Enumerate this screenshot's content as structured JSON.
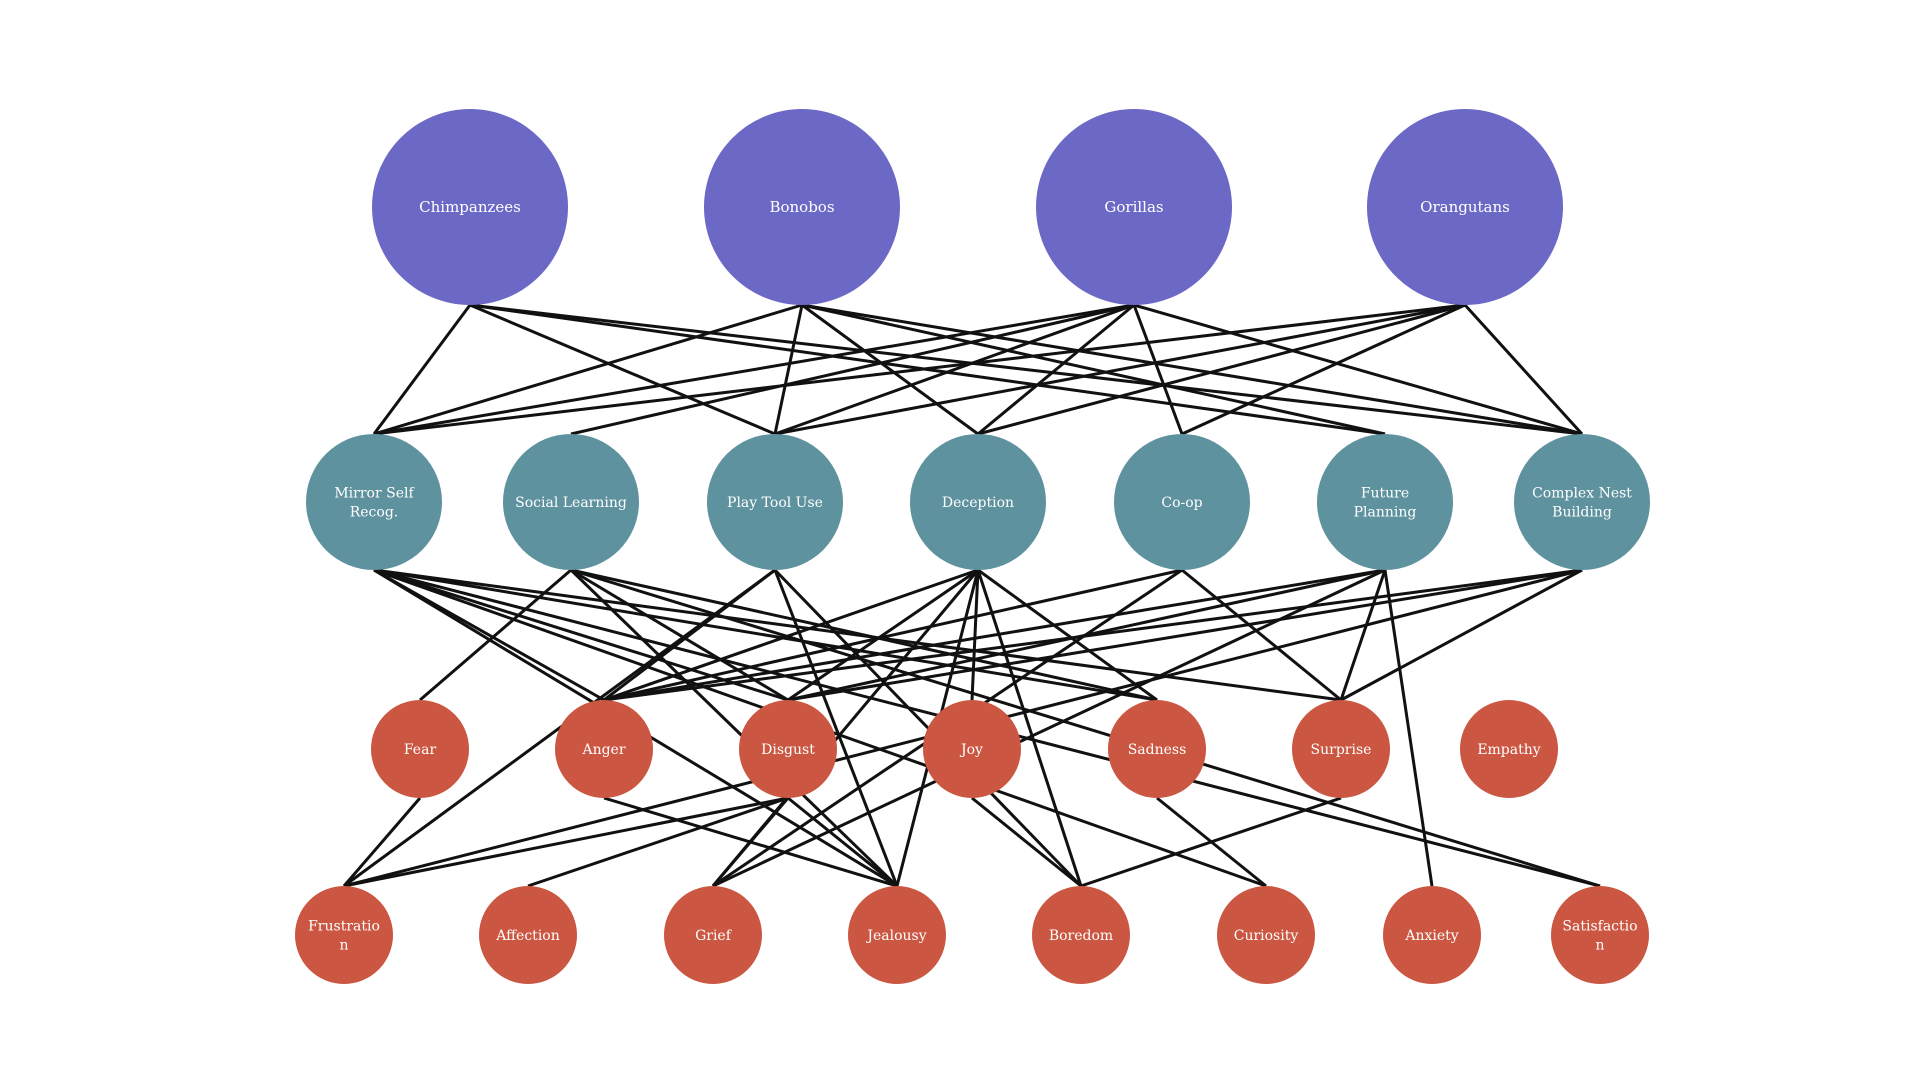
{
  "colors": {
    "primate": "#6b69c5",
    "ability": "#5e929e",
    "emotion": "#cb5641",
    "edge": "#111111",
    "label": "#ffffff",
    "background": "#ffffff"
  },
  "nodes": [
    {
      "id": "chimpanzees",
      "tier": "primate",
      "label": "Chimpanzees"
    },
    {
      "id": "bonobos",
      "tier": "primate",
      "label": "Bonobos"
    },
    {
      "id": "gorillas",
      "tier": "primate",
      "label": "Gorillas"
    },
    {
      "id": "orangutans",
      "tier": "primate",
      "label": "Orangutans"
    },
    {
      "id": "mirror",
      "tier": "ability",
      "label": "Mirror Self Recog."
    },
    {
      "id": "social",
      "tier": "ability",
      "label": "Social Learning"
    },
    {
      "id": "tool",
      "tier": "ability",
      "label": "Play Tool Use"
    },
    {
      "id": "deception",
      "tier": "ability",
      "label": "Deception"
    },
    {
      "id": "coop",
      "tier": "ability",
      "label": "Co-op"
    },
    {
      "id": "future",
      "tier": "ability",
      "label": "Future Planning"
    },
    {
      "id": "nest",
      "tier": "ability",
      "label": "Complex Nest Building"
    },
    {
      "id": "fear",
      "tier": "emotion",
      "label": "Fear"
    },
    {
      "id": "anger",
      "tier": "emotion",
      "label": "Anger"
    },
    {
      "id": "disgust",
      "tier": "emotion",
      "label": "Disgust"
    },
    {
      "id": "joy",
      "tier": "emotion",
      "label": "Joy"
    },
    {
      "id": "sadness",
      "tier": "emotion",
      "label": "Sadness"
    },
    {
      "id": "surprise",
      "tier": "emotion",
      "label": "Surprise"
    },
    {
      "id": "empathy",
      "tier": "emotion",
      "label": "Empathy"
    },
    {
      "id": "frustration",
      "tier": "emotion",
      "label": "Frustration"
    },
    {
      "id": "affection",
      "tier": "emotion",
      "label": "Affection"
    },
    {
      "id": "grief",
      "tier": "emotion",
      "label": "Grief"
    },
    {
      "id": "jealousy",
      "tier": "emotion",
      "label": "Jealousy"
    },
    {
      "id": "boredom",
      "tier": "emotion",
      "label": "Boredom"
    },
    {
      "id": "curiosity",
      "tier": "emotion",
      "label": "Curiosity"
    },
    {
      "id": "anxiety",
      "tier": "emotion",
      "label": "Anxiety"
    },
    {
      "id": "satisfaction",
      "tier": "emotion",
      "label": "Satisfaction"
    }
  ],
  "edges": [
    [
      "chimpanzees",
      "mirror"
    ],
    [
      "chimpanzees",
      "tool"
    ],
    [
      "chimpanzees",
      "future"
    ],
    [
      "chimpanzees",
      "nest"
    ],
    [
      "bonobos",
      "mirror"
    ],
    [
      "bonobos",
      "tool"
    ],
    [
      "bonobos",
      "deception"
    ],
    [
      "bonobos",
      "future"
    ],
    [
      "bonobos",
      "nest"
    ],
    [
      "gorillas",
      "mirror"
    ],
    [
      "gorillas",
      "social"
    ],
    [
      "gorillas",
      "tool"
    ],
    [
      "gorillas",
      "deception"
    ],
    [
      "gorillas",
      "coop"
    ],
    [
      "gorillas",
      "nest"
    ],
    [
      "orangutans",
      "mirror"
    ],
    [
      "orangutans",
      "tool"
    ],
    [
      "orangutans",
      "deception"
    ],
    [
      "orangutans",
      "coop"
    ],
    [
      "orangutans",
      "nest"
    ],
    [
      "mirror",
      "anger"
    ],
    [
      "mirror",
      "disgust"
    ],
    [
      "mirror",
      "sadness"
    ],
    [
      "mirror",
      "surprise"
    ],
    [
      "mirror",
      "jealousy"
    ],
    [
      "mirror",
      "curiosity"
    ],
    [
      "mirror",
      "satisfaction"
    ],
    [
      "social",
      "fear"
    ],
    [
      "social",
      "disgust"
    ],
    [
      "social",
      "sadness"
    ],
    [
      "social",
      "jealousy"
    ],
    [
      "social",
      "satisfaction"
    ],
    [
      "tool",
      "anger"
    ],
    [
      "tool",
      "frustration"
    ],
    [
      "tool",
      "jealousy"
    ],
    [
      "tool",
      "boredom"
    ],
    [
      "deception",
      "anger"
    ],
    [
      "deception",
      "disgust"
    ],
    [
      "deception",
      "joy"
    ],
    [
      "deception",
      "sadness"
    ],
    [
      "deception",
      "grief"
    ],
    [
      "deception",
      "jealousy"
    ],
    [
      "deception",
      "boredom"
    ],
    [
      "coop",
      "anger"
    ],
    [
      "coop",
      "grief"
    ],
    [
      "coop",
      "surprise"
    ],
    [
      "future",
      "anger"
    ],
    [
      "future",
      "disgust"
    ],
    [
      "future",
      "surprise"
    ],
    [
      "future",
      "grief"
    ],
    [
      "future",
      "anxiety"
    ],
    [
      "nest",
      "anger"
    ],
    [
      "nest",
      "disgust"
    ],
    [
      "nest",
      "surprise"
    ],
    [
      "nest",
      "frustration"
    ],
    [
      "fear",
      "frustration"
    ],
    [
      "disgust",
      "frustration"
    ],
    [
      "disgust",
      "affection"
    ],
    [
      "disgust",
      "grief"
    ],
    [
      "disgust",
      "jealousy"
    ],
    [
      "anger",
      "jealousy"
    ],
    [
      "joy",
      "boredom"
    ],
    [
      "sadness",
      "curiosity"
    ],
    [
      "surprise",
      "boredom"
    ]
  ]
}
